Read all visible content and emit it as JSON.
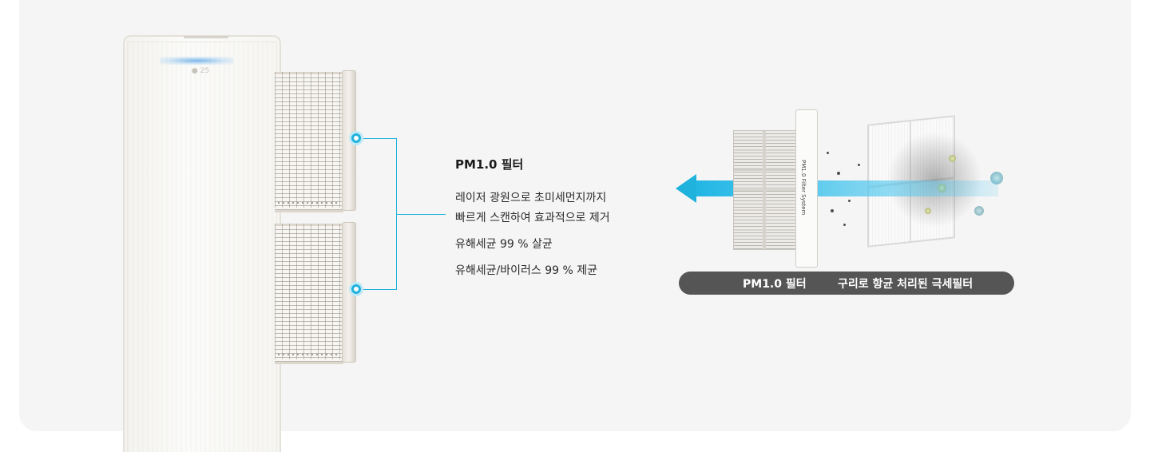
{
  "device": {
    "display_text": "● 25"
  },
  "filter_info": {
    "title": "PM1.0 필터",
    "description_line1": "레이저 광원으로 초미세먼지까지",
    "description_line2": "빠르게 스캔하여 효과적으로 제거",
    "spec1": "유해세균 99 % 살균",
    "spec2": "유해세균/바이러스 99 % 제균"
  },
  "illustration": {
    "filter_side_text": "PM1.0 Filter System",
    "label_left": "PM1.0 필터",
    "label_right": "구리로 항균 처리된 극세필터"
  },
  "colors": {
    "accent": "#1fb2dc",
    "label_bar": "#555555"
  }
}
